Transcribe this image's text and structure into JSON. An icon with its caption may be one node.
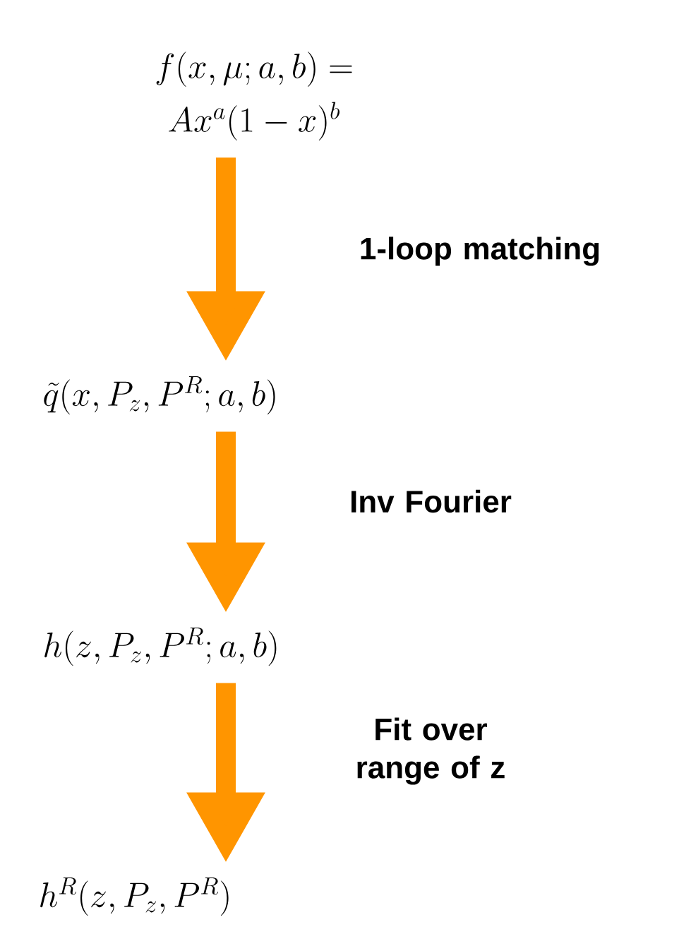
{
  "diagram": {
    "nodes": [
      {
        "text": [
          "f(x, \\mu; a, b) =",
          "Ax^a(1-x)^b"
        ]
      },
      {
        "text": [
          "\\tilde{q}(x, P_z, P^R; a, b)"
        ]
      },
      {
        "text": [
          "h(z, P_z, P^R; a, b)"
        ]
      },
      {
        "text": [
          "h^R(z, P_z, P^R)"
        ]
      }
    ],
    "edges": [
      {
        "from": 0,
        "to": 1,
        "arrow": "to",
        "label": "1-loop matching"
      },
      {
        "from": 1,
        "to": 2,
        "arrow": "to",
        "label": "Inv Fourier"
      },
      {
        "from": 2,
        "to": 3,
        "arrow": "to",
        "label": "Fit over range of z"
      }
    ]
  }
}
